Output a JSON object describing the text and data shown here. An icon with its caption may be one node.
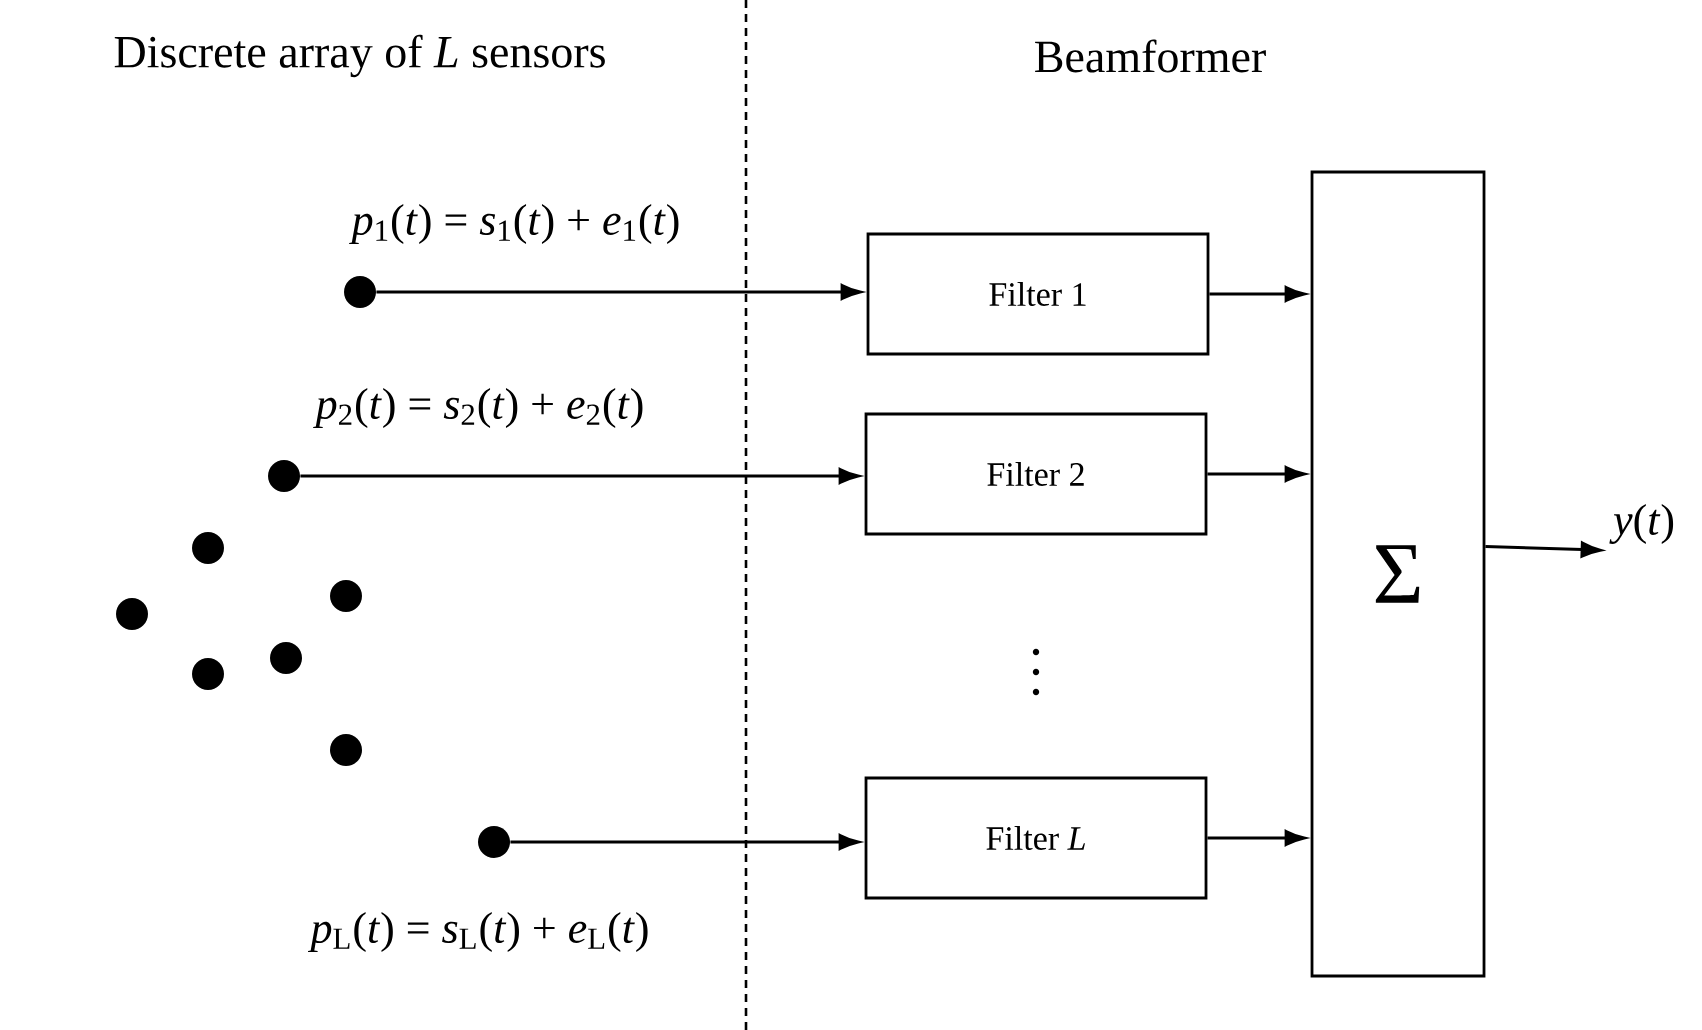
{
  "diagram": {
    "nodes": [
      {
        "text": [],
        "shape": "circle",
        "beside": [
          "*p*$_{1}$(*t*) = *s*$_{1}$(*t*) + *e*$_{1}$(*t*)"
        ]
      },
      {
        "text": [],
        "shape": "circle",
        "beside": [
          "*p*$_{2}$(*t*) = *s*$_{2}$(*t*) + *e*$_{2}$(*t*)"
        ]
      },
      {
        "text": [],
        "shape": "circle"
      },
      {
        "text": [],
        "shape": "circle"
      },
      {
        "text": [],
        "shape": "circle"
      },
      {
        "text": [],
        "shape": "circle"
      },
      {
        "text": [],
        "shape": "circle"
      },
      {
        "text": [],
        "shape": "circle"
      },
      {
        "text": [],
        "shape": "circle",
        "beside": [
          "*p*$_{L}$(*t*) = *s*$_{L}$(*t*) + *e*$_{L}$(*t*)"
        ]
      },
      {
        "text": [
          "Filter 1"
        ]
      },
      {
        "text": [
          "Filter 2"
        ]
      },
      {
        "text": [
          "Filter *L*"
        ]
      },
      {
        "text": [
          "Σ"
        ]
      },
      {
        "text": [
          "*y*(*t*)"
        ]
      }
    ],
    "edges": [
      {
        "from": 0,
        "to": 9,
        "arrow": "to"
      },
      {
        "from": 1,
        "to": 10,
        "arrow": "to"
      },
      {
        "from": 8,
        "to": 11,
        "arrow": "to"
      },
      {
        "from": 9,
        "to": 12,
        "arrow": "to"
      },
      {
        "from": 10,
        "to": 12,
        "arrow": "to"
      },
      {
        "from": 11,
        "to": 12,
        "arrow": "to"
      },
      {
        "from": 12,
        "to": 13,
        "arrow": "to"
      }
    ],
    "labels": [
      "Discrete array of *L* sensors",
      "Beamformer"
    ]
  }
}
